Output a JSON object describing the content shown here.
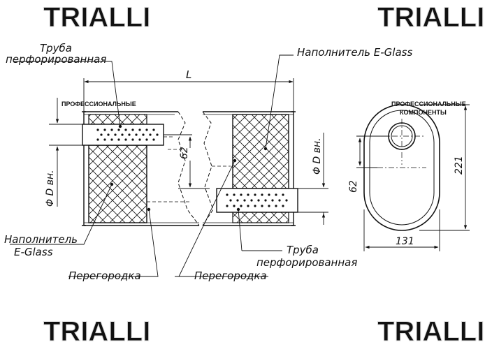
{
  "watermark": {
    "brand": "TRIALLI",
    "tagline_top": "ПРОФЕССИОНАЛЬНЫЕ",
    "tagline_bottom": "КОМПОНЕНТЫ"
  },
  "labels": {
    "perf_tube_top_line1": "Труба",
    "perf_tube_top_line2": "перфорированная",
    "filler_top": "Наполнитель E-Glass",
    "filler_left_line1": "Наполнитель",
    "filler_left_line2": "E-Glass",
    "baffle_left": "Перегородка",
    "baffle_right": "Перегородка",
    "perf_tube_bottom_line1": "Труба",
    "perf_tube_bottom_line2": "перфорированная"
  },
  "dimensions": {
    "length": "L",
    "inner_dia_left": "Φ D вн.",
    "inner_dia_right": "Φ D вн.",
    "offset_middle": "62",
    "offset_right": "62",
    "height": "221",
    "width": "131"
  },
  "colors": {
    "line": "#111111",
    "watermark": "#e6e6e6"
  }
}
